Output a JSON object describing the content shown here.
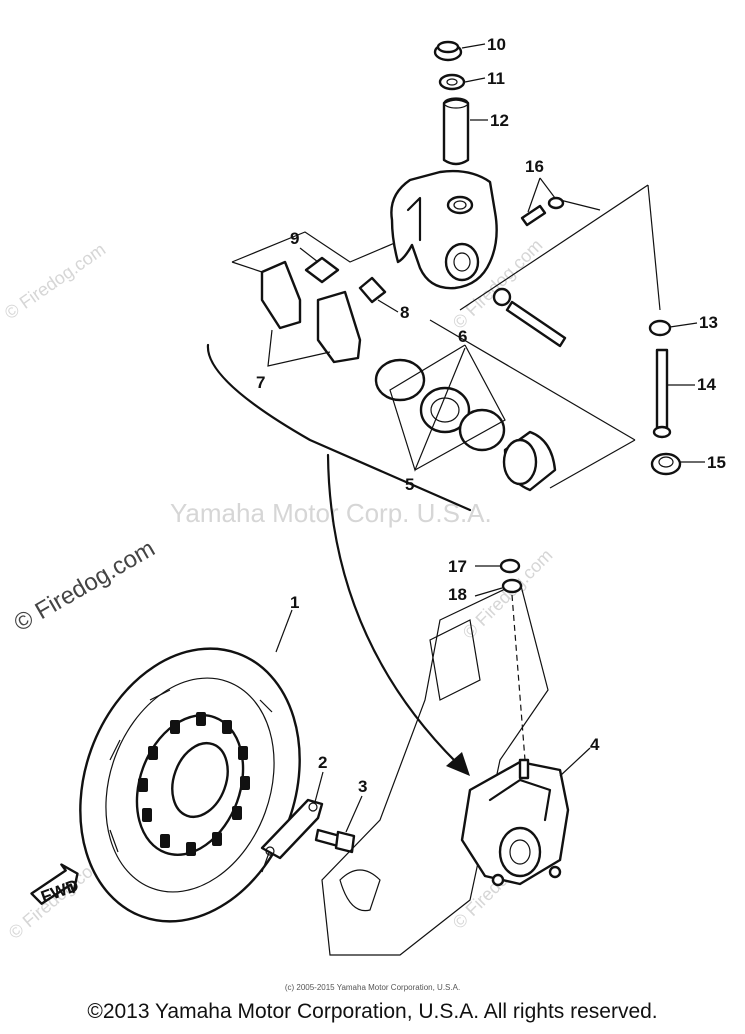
{
  "watermarks": {
    "main": "Yamaha Motor Corp. U.S.A.",
    "site": "© Firedog.com",
    "site_small": "© Firedog.com"
  },
  "labels": {
    "p1": "1",
    "p2": "2",
    "p3": "3",
    "p4": "4",
    "p5": "5",
    "p6": "6",
    "p7": "7",
    "p8": "8",
    "p9": "9",
    "p10": "10",
    "p11": "11",
    "p12": "12",
    "p13": "13",
    "p14": "14",
    "p15": "15",
    "p16": "16",
    "p17": "17",
    "p18": "18",
    "fwd": "FWD"
  },
  "copyright_small": "(c) 2005-2015 Yamaha Motor Corporation, U.S.A.",
  "footer": "©2013 Yamaha Motor Corporation, U.S.A. All rights reserved."
}
